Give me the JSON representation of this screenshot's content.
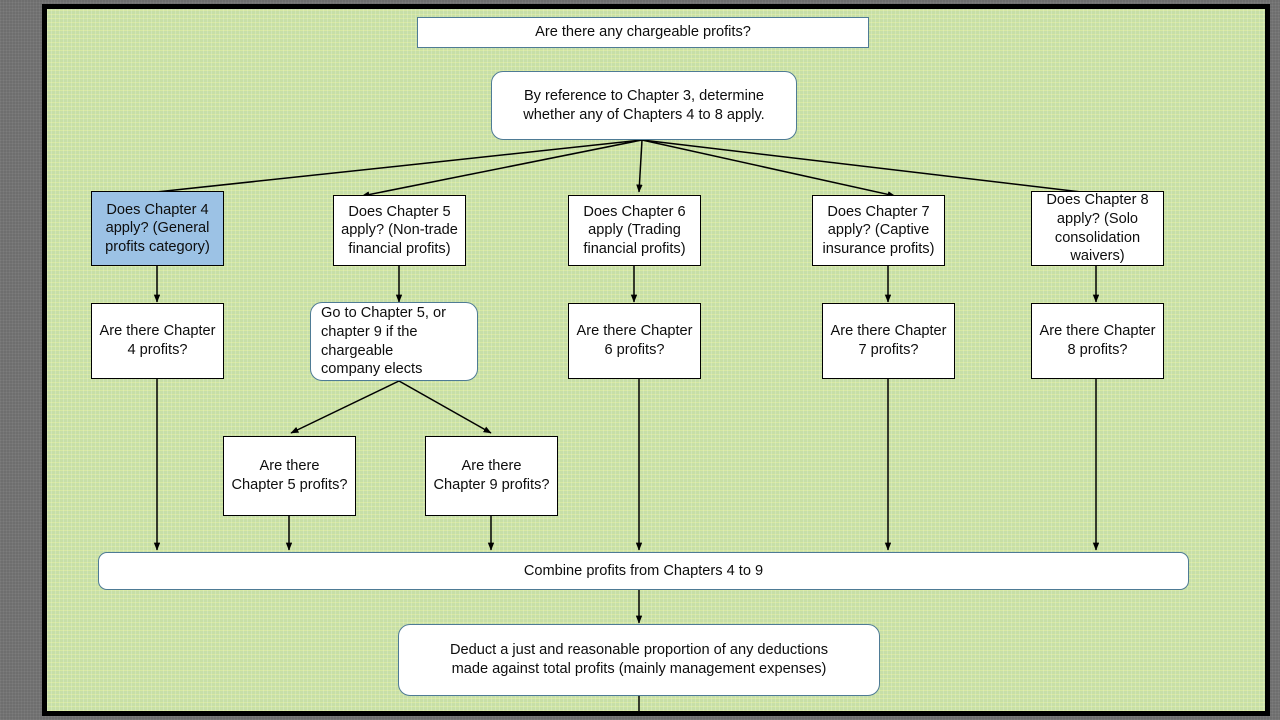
{
  "diagram": {
    "title": "CFC chargeable profits decision flowchart",
    "background_color": "#c7dfa7",
    "surround_color": "#6e6e6e",
    "frame_color": "#000000",
    "highlight_color": "#9cc2e5",
    "accent_border_color": "#4e7b95"
  },
  "nodes": {
    "top_question": "Are there any chargeable profits?",
    "chapter3": "By reference to Chapter 3, determine\nwhether any of Chapters 4 to 8 apply.",
    "ch4_apply": "Does Chapter 4\napply? (General\nprofits category)",
    "ch5_apply": "Does Chapter 5\napply? (Non-trade\nfinancial profits)",
    "ch6_apply": "Does Chapter 6\napply (Trading\nfinancial profits)",
    "ch7_apply": "Does Chapter 7\napply? (Captive\ninsurance profits)",
    "ch8_apply": "Does Chapter 8\napply? (Solo\nconsolidation\nwaivers)",
    "ch4_profits": "Are there Chapter\n4 profits?",
    "goto_ch5": "Go to Chapter 5, or\nchapter 9 if the\nchargeable\ncompany elects",
    "ch6_profits": "Are there Chapter\n6 profits?",
    "ch7_profits": "Are there Chapter\n7 profits?",
    "ch8_profits": "Are there Chapter\n8 profits?",
    "ch5_profits": "Are there\nChapter 5 profits?",
    "ch9_profits": "Are there\nChapter 9 profits?",
    "combine": "Combine profits from Chapters 4 to 9",
    "deduct": "Deduct a just and reasonable proportion of any deductions\nmade against total profits (mainly management expenses)"
  }
}
